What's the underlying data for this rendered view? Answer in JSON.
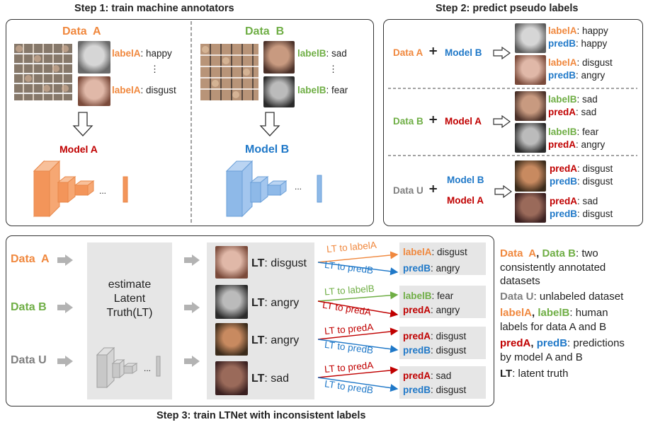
{
  "step1": {
    "title": "Step 1: train machine annotators",
    "dataA": "Data  A",
    "dataB": "Data  B",
    "a_row1_key": "labelA",
    "a_row1_val": ": happy",
    "a_row2_key": "labelA",
    "a_row2_val": ": disgust",
    "b_row1_key": "labelB",
    "b_row1_val": ": sad",
    "b_row2_key": "labelB",
    "b_row2_val": ": fear",
    "ellipsis": "⋮",
    "modelA": "Model A",
    "modelB": "Model B",
    "dots": "..."
  },
  "step2": {
    "title": "Step 2: predict pseudo labels",
    "r1_data": "Data A",
    "r1_model": "Model B",
    "r1": [
      {
        "k1": "labelA",
        "v1": ": happy",
        "k2": "predB",
        "v2": ": happy"
      },
      {
        "k1": "labelA",
        "v1": ": disgust",
        "k2": "predB",
        "v2": ": angry"
      }
    ],
    "r2_data": "Data B",
    "r2_model": "Model A",
    "r2": [
      {
        "k1": "labelB",
        "v1": ": sad",
        "k2": "predA",
        "v2": ": sad"
      },
      {
        "k1": "labelB",
        "v1": ": fear",
        "k2": "predA",
        "v2": ": angry"
      }
    ],
    "r3_data": "Data U",
    "r3_model1": "Model B",
    "r3_model2": "Model A",
    "r3": [
      {
        "k1": "predA",
        "v1": ": disgust",
        "k2": "predB",
        "v2": ": disgust"
      },
      {
        "k1": "predA",
        "v1": ": sad",
        "k2": "predB",
        "v2": ": disgust"
      }
    ]
  },
  "step3": {
    "title": "Step 3: train LTNet with inconsistent labels",
    "dataA": "Data  A",
    "dataB": "Data B",
    "dataU": "Data U",
    "estimate1": "estimate",
    "estimate2": "Latent",
    "estimate3": "Truth(LT)",
    "dots": "...",
    "lt_key": "LT",
    "lt": [
      ": disgust",
      ": angry",
      ": angry",
      ": sad"
    ],
    "arrows": [
      {
        "top": "LT to labelA",
        "bottom": "LT to predB"
      },
      {
        "top": "LT to labelB",
        "bottom": "LT to predA"
      },
      {
        "top": "LT to predA",
        "bottom": "LT to predB"
      },
      {
        "top": "LT to predA",
        "bottom": "LT to predB"
      }
    ],
    "results": [
      {
        "k1": "labelA",
        "v1": ": disgust",
        "k2": "predB",
        "v2": ": angry"
      },
      {
        "k1": "labelB",
        "v1": ": fear",
        "k2": "predA",
        "v2": ": angry"
      },
      {
        "k1": "predA",
        "v1": ": disgust",
        "k2": "predB",
        "v2": ": disgust"
      },
      {
        "k1": "predA",
        "v1": ": sad",
        "k2": "predB",
        "v2": ": disgust"
      }
    ]
  },
  "legend": {
    "l1a": "Data  A",
    "l1sep": ", ",
    "l1b": "Data B",
    "l1rest": ": two",
    "l2": "consistently annotated",
    "l3": "datasets",
    "l4a": "Data U",
    "l4rest": ": unlabeled dataset",
    "l5a": "labelA",
    "l5sep": ", ",
    "l5b": "labelB",
    "l5rest": ": human",
    "l6": "labels for data A and B",
    "l7a": "predA",
    "l7sep": ", ",
    "l7b": "predB",
    "l7rest": ": predictions",
    "l8": "by model A and B",
    "l9a": "LT",
    "l9rest": ": latent truth"
  }
}
